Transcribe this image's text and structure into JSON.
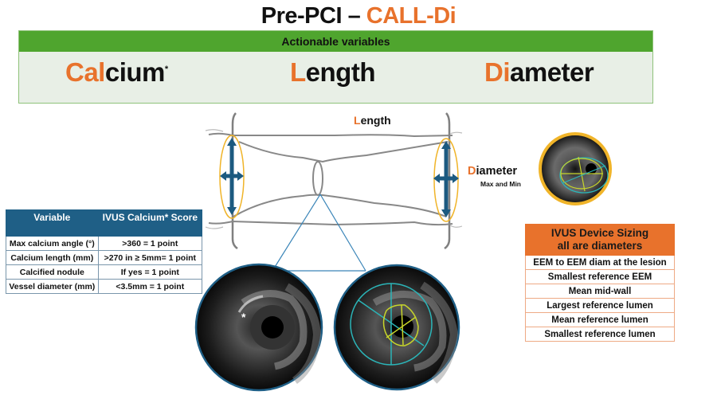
{
  "title": {
    "part1": "Pre-PCI – ",
    "part2": "CALL-Di"
  },
  "banner": {
    "header": "Actionable variables",
    "words": [
      {
        "highlight": "Cal",
        "rest": "cium",
        "suffix": "*"
      },
      {
        "highlight": "L",
        "rest": "ength",
        "suffix": ""
      },
      {
        "highlight": "Di",
        "rest": "ameter",
        "suffix": ""
      }
    ]
  },
  "diagram": {
    "length_label": {
      "highlight": "L",
      "rest": "ength"
    },
    "diameter_label": {
      "highlight": "D",
      "rest": "iameter"
    },
    "diameter_sub": "Max and Min",
    "star_marker": "*"
  },
  "calcium_table": {
    "headers": [
      "Variable",
      "IVUS Calcium* Score"
    ],
    "rows": [
      [
        "Max calcium angle (°)",
        ">360 = 1 point"
      ],
      [
        "Calcium length (mm)",
        ">270 in ≥ 5mm= 1 point"
      ],
      [
        "Calcified nodule",
        "If yes = 1 point"
      ],
      [
        "Vessel diameter (mm)",
        "<3.5mm = 1 point"
      ]
    ]
  },
  "sizing_table": {
    "header_line1": "IVUS Device Sizing",
    "header_line2": "all are diameters",
    "rows": [
      "EEM to EEM diam at the lesion",
      "Smallest reference EEM",
      "Mean mid-wall",
      "Largest reference lumen",
      "Mean reference lumen",
      "Smallest reference lumen"
    ]
  },
  "colors": {
    "accent_orange": "#e8722c",
    "banner_green": "#4fa52e",
    "table_blue": "#1f5f86",
    "arrow_blue": "#1c5a80",
    "ellipse_gold": "#f0b429",
    "measure_cyan": "#2bb5b8",
    "measure_yellow": "#c8d62a"
  }
}
